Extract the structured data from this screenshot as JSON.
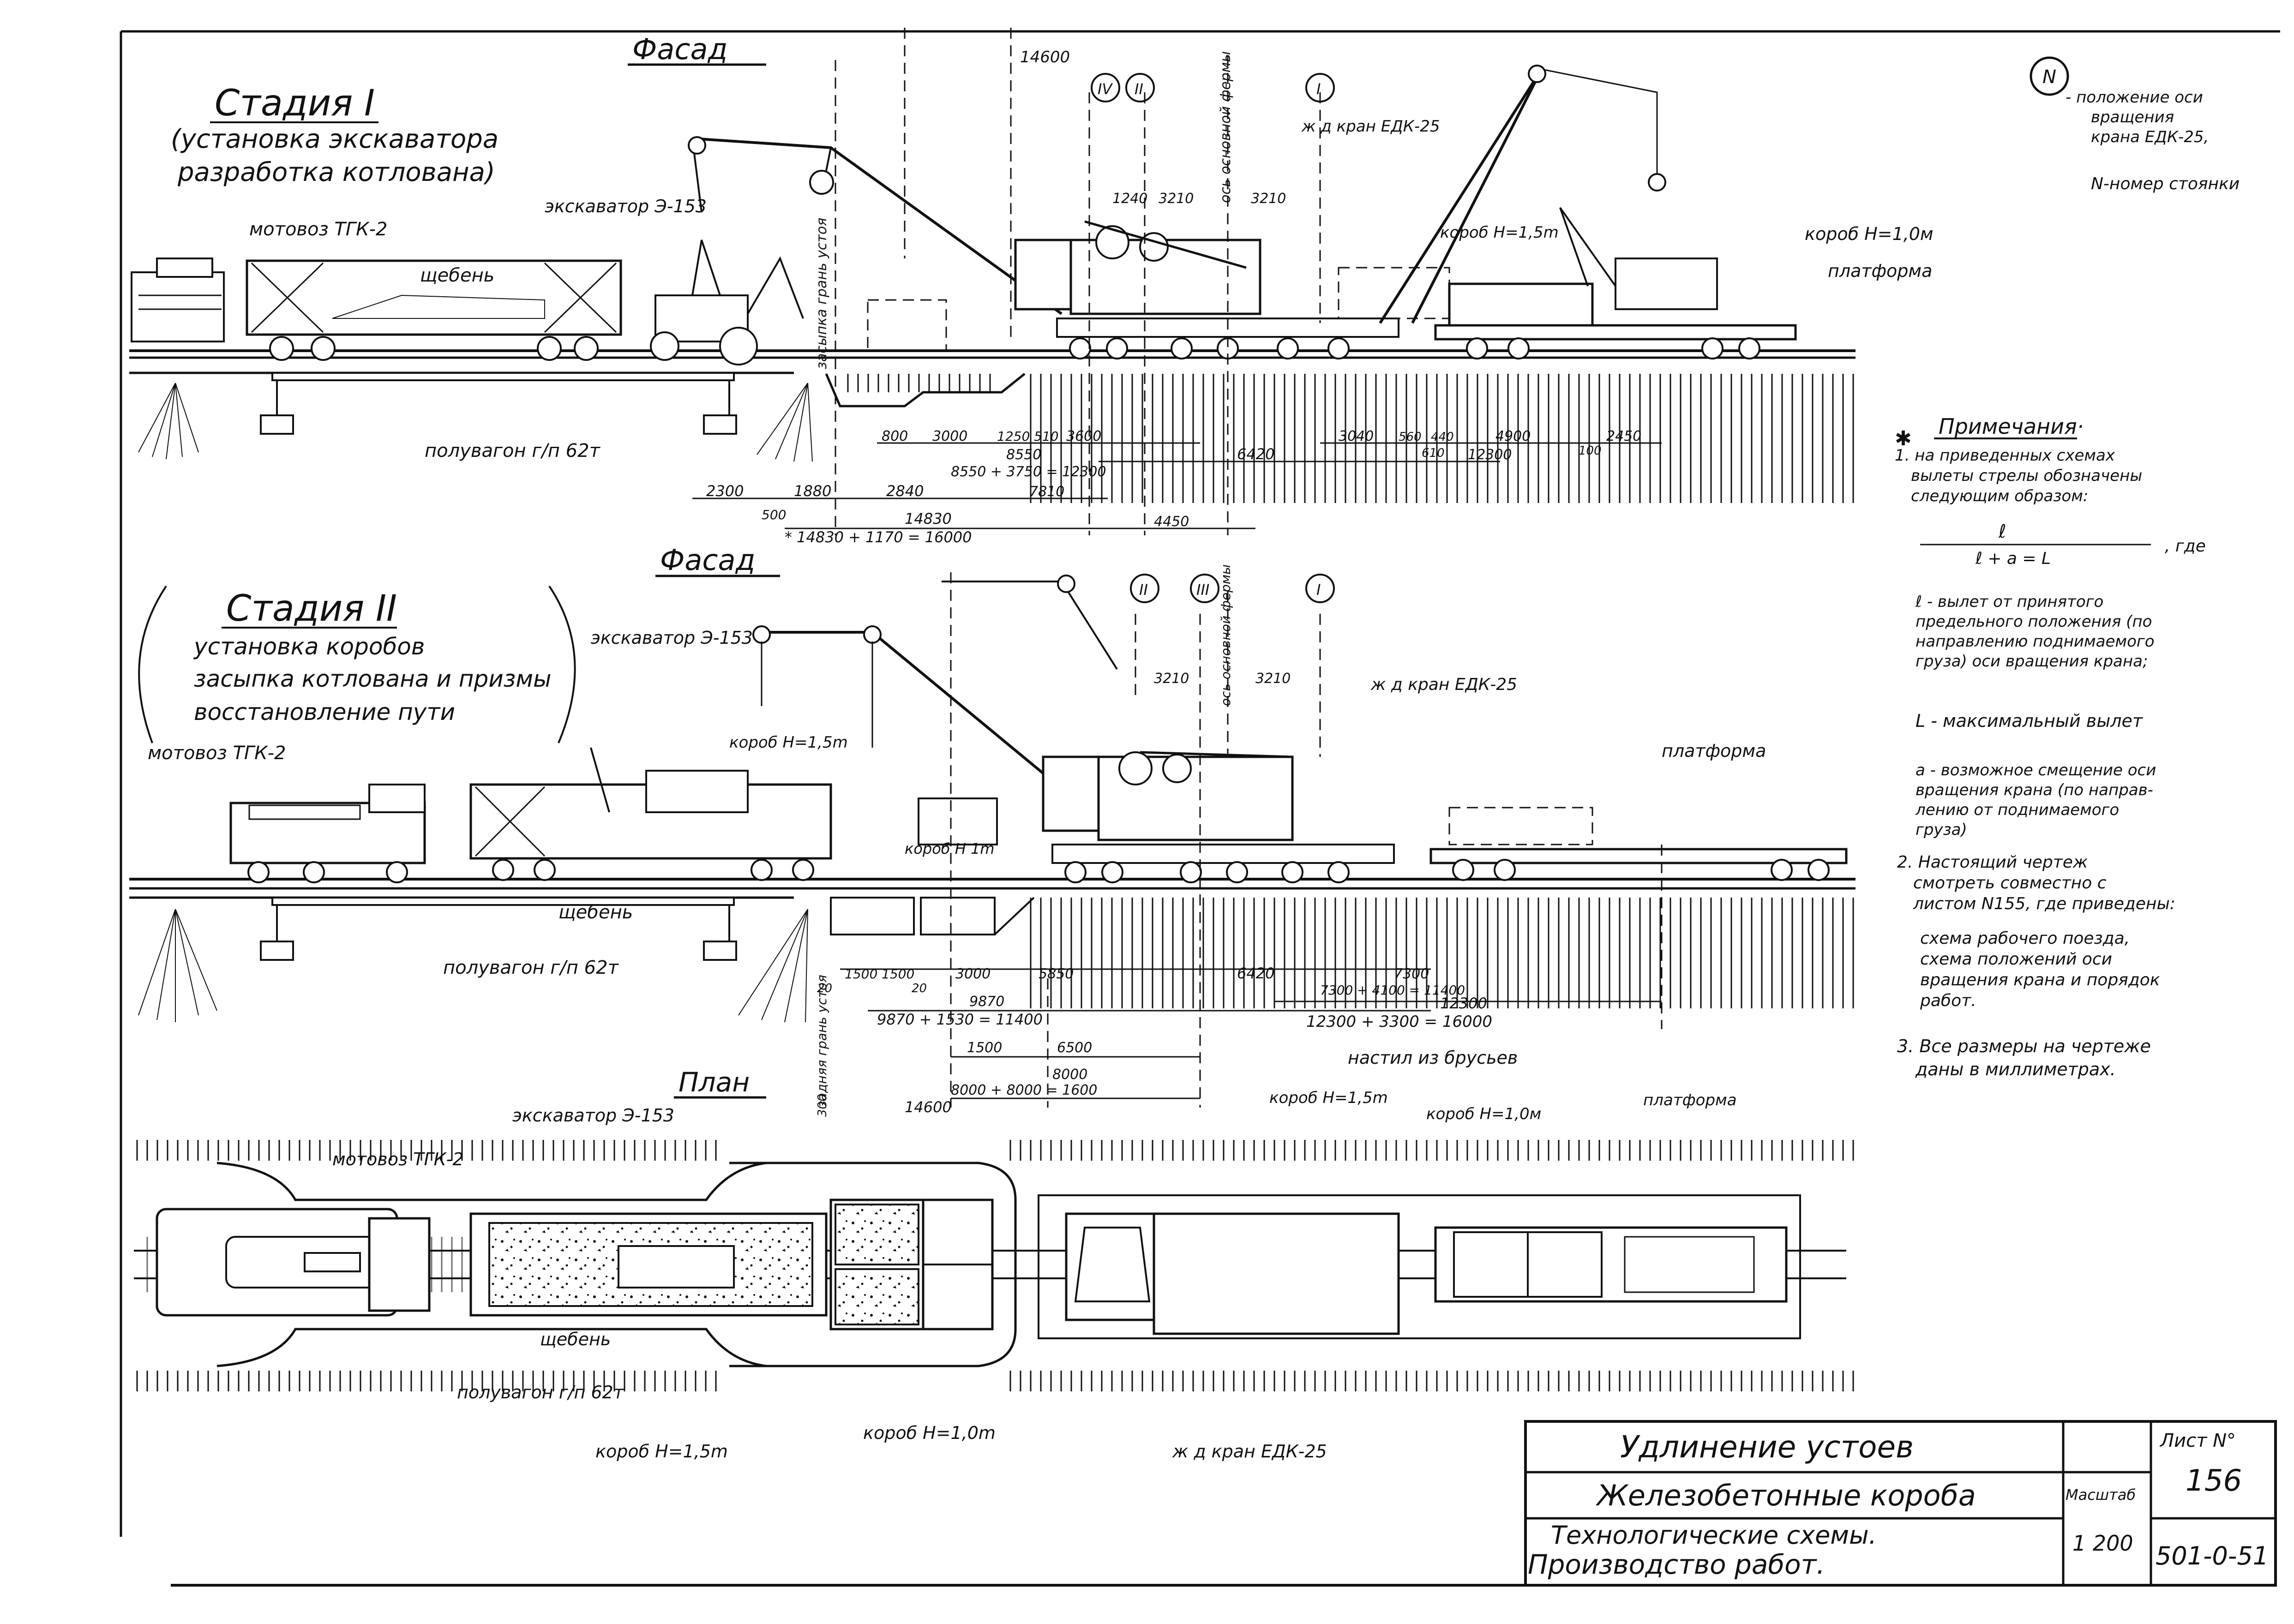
{
  "sections": {
    "facade1": "Фасад",
    "facade2": "Фасад",
    "plan": "План"
  },
  "stage1": {
    "title": "Стадия I",
    "line1": "(установка экскаватора",
    "line2": "разработка котлована)"
  },
  "stage2": {
    "title": "Стадия II",
    "line1": "установка коробов",
    "line2": "засыпка котлована и призмы",
    "line3": "восстановление пути"
  },
  "legend": {
    "symbol": "N",
    "line1": "- положение оси",
    "line2": "вращения",
    "line3": "крана ЕДК-25,",
    "line4": "N-номер стоянки"
  },
  "roman": [
    "IV",
    "II",
    "I",
    "II",
    "III",
    "I"
  ],
  "labels1": {
    "motovoz": "мотовоз ТГК-2",
    "excavator": "экскаватор Э-153",
    "gravel": "щебень",
    "car": "полувагон г/п 62т",
    "crane": "ж д кран ЕДК-25",
    "box15": "короб H=1,5m",
    "box10": "короб H=1,0м",
    "platform": "платформа",
    "abutment": "засыпка грань устоя",
    "axis": "ось основной фермы"
  },
  "labels2": {
    "excavator": "экскаватор Э-153",
    "motovoz": "мотовоз ТГК-2",
    "box15": "короб H=1,5m",
    "box10": "короб H 1m",
    "gravel": "щебень",
    "car": "полувагон г/п 62т",
    "crane": "ж д кран ЕДК-25",
    "platform": "платформа",
    "axis": "ось основной фермы",
    "abutment": "задняя грань устоя"
  },
  "labels3": {
    "excavator": "экскаватор Э-153",
    "motovoz": "мотовоз ТГК-2",
    "gravel": "щебень",
    "car": "полувагон г/п 62т",
    "box15a": "короб H=1,5m",
    "box10a": "короб H=1,0m",
    "crane": "ж д кран ЕДК-25",
    "deck": "настил из брусьев",
    "box15b": "короб H=1,5m",
    "box10b": "короб H=1,0м",
    "platform": "платформа"
  },
  "dims1": {
    "d14600": "14600",
    "d1240": "1240",
    "d3210a": "3210",
    "d3210b": "3210",
    "d800": "800",
    "d3000": "3000",
    "d1250": "1250",
    "d510": "510",
    "d3600": "3600",
    "d8550": "8550",
    "d8550sum": "8550 + 3750 = 12300",
    "d3040": "3040",
    "d560": "560",
    "d440": "440",
    "d610": "610",
    "d4900": "4900",
    "d2450": "2450",
    "d6420": "6420",
    "d12300": "12300",
    "d100": "100",
    "d2300": "2300",
    "d1880": "1880",
    "d2840": "2840",
    "d500": "500",
    "d7810": "7810",
    "d14830": "14830",
    "d4450": "4450",
    "dsum": "* 14830 + 1170 = 16000"
  },
  "dims2": {
    "d3210a": "3210",
    "d3210b": "3210",
    "d1500a": "1500",
    "d1500b": "1500",
    "d3000": "3000",
    "d5850": "5850",
    "d6420": "6420",
    "d7300": "7300",
    "d7300sum": "7300 + 4100 = 11400",
    "d12300": "12300",
    "d12300sum": "12300 + 3300 = 16000",
    "d20a": "20",
    "d20b": "20",
    "d9870": "9870",
    "d9870sum": "9870 + 1530 = 11400",
    "d1500c": "1500",
    "d6500": "6500",
    "d8000": "8000",
    "d8000sum": "8000 + 8000 = 1600",
    "d14600": "14600",
    "d300": "300"
  },
  "notes": {
    "title": "Примечания·",
    "star": "✱",
    "n1a": "1. на приведенных схемах",
    "n1b": "вылеты стрелы обозначены",
    "n1c": "следующим образом:",
    "frac_top": "ℓ",
    "frac_bottom": "ℓ + a = L",
    "frac_where": ", где",
    "l1": "ℓ - вылет от принятого",
    "l2": "предельного положения (по",
    "l3": "направлению поднимаемого",
    "l4": "груза) оси вращения крана;",
    "L1": "L - максимальный вылет",
    "a1": "a - возможное смещение оси",
    "a2": "вращения крана (по направ-",
    "a3": "лению от поднимаемого",
    "a4": "груза)",
    "n2a": "2. Настоящий чертеж",
    "n2b": "смотреть совместно с",
    "n2c": "листом N155, где приведены:",
    "n2d": "схема рабочего поезда,",
    "n2e": "схема положений оси",
    "n2f": "вращения крана и порядок",
    "n2g": "работ.",
    "n3a": "3. Все размеры на чертеже",
    "n3b": "даны в миллиметрах."
  },
  "titleblock": {
    "title": "Удлинение устоев",
    "subtitle": "Железобетонные короба",
    "desc1": "Технологические схемы.",
    "desc2": "Производство работ.",
    "sheet_label": "Лист N°",
    "sheet_no": "156",
    "scale_label": "Масштаб",
    "scale": "1 200",
    "code": "501-0-51"
  }
}
